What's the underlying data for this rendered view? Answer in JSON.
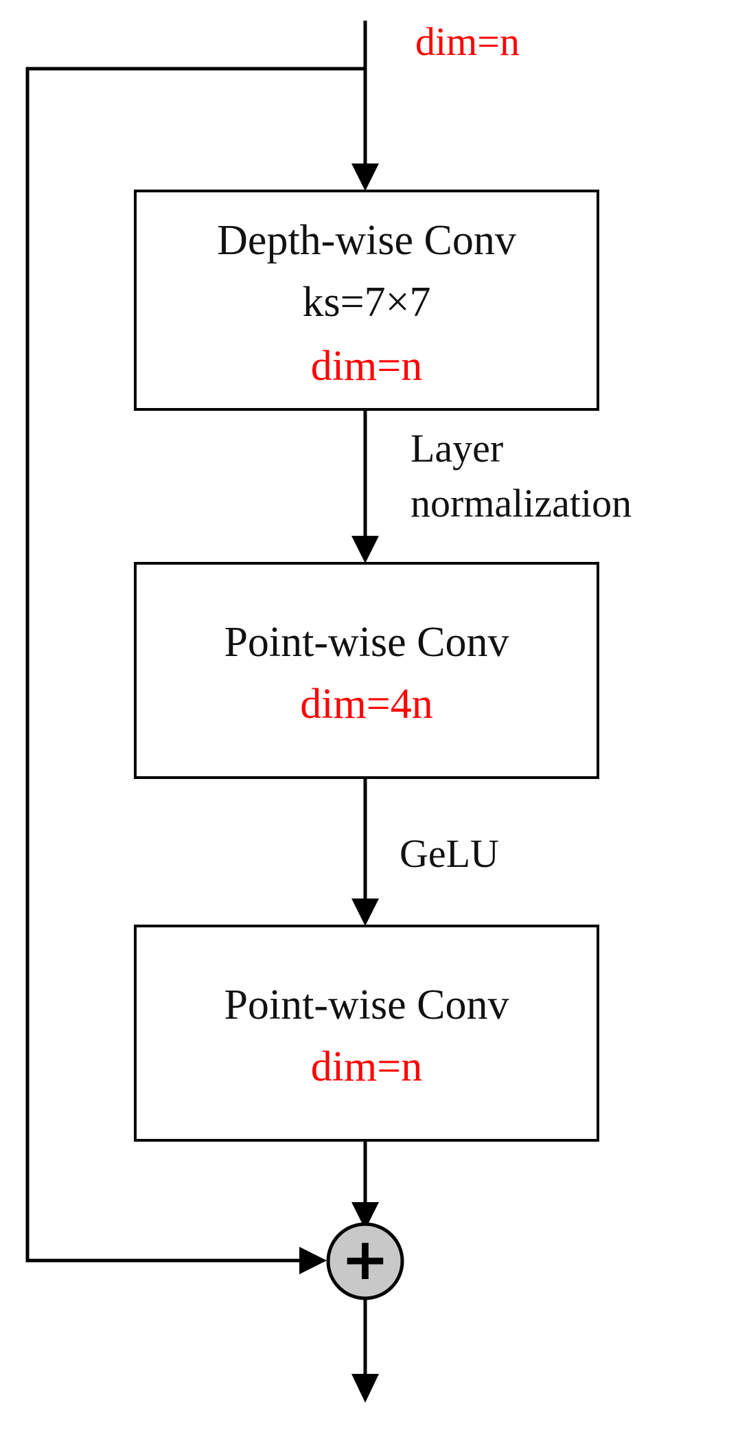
{
  "colors": {
    "line": "#000000",
    "dim_text": "#ff0000",
    "label_text": "#111111",
    "sum_fill": "#c8c8c8"
  },
  "input_dim": "dim=n",
  "blocks": [
    {
      "name": "depthwise-conv",
      "lines": [
        "Depth-wise Conv",
        "ks=7×7"
      ],
      "dim": "dim=n"
    },
    {
      "name": "pointwise-conv-expand",
      "lines": [
        "Point-wise Conv"
      ],
      "dim": "dim=4n"
    },
    {
      "name": "pointwise-conv-project",
      "lines": [
        "Point-wise Conv"
      ],
      "dim": "dim=n"
    }
  ],
  "edge_labels": {
    "norm": [
      "Layer",
      "normalization"
    ],
    "activation": "GeLU"
  },
  "sum_symbol": "+"
}
